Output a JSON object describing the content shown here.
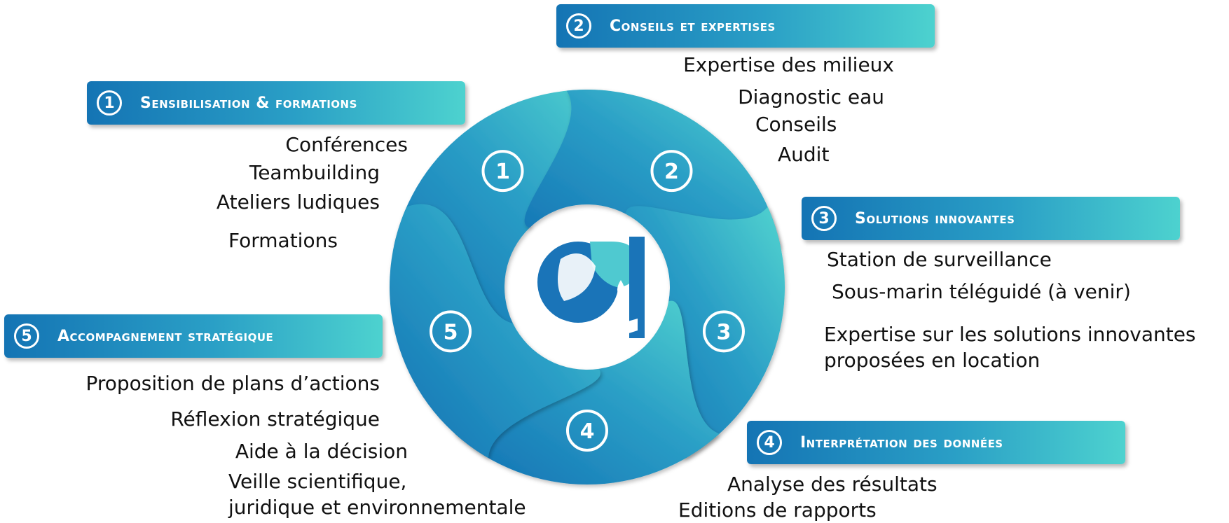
{
  "colors": {
    "gradient_start": "#1474b4",
    "gradient_end": "#4dd2cf",
    "logo_blue": "#1a74b8",
    "logo_teal": "#4fc9d0"
  },
  "sections": [
    {
      "number": "1",
      "title": "Sensibilisation & formations",
      "items": [
        "Conférences",
        "Teambuilding",
        "Ateliers ludiques",
        "Formations"
      ]
    },
    {
      "number": "2",
      "title": "Conseils et expertises",
      "items": [
        "Expertise des milieux",
        "Diagnostic eau",
        "Conseils",
        "Audit"
      ]
    },
    {
      "number": "3",
      "title": "Solutions innovantes",
      "items": [
        "Station de surveillance",
        "Sous-marin téléguidé (à venir)",
        "Expertise sur les solutions innovantes",
        "proposées en location"
      ]
    },
    {
      "number": "4",
      "title": "Interprétation des données",
      "items": [
        "Analyse des résultats",
        "Editions de rapports"
      ]
    },
    {
      "number": "5",
      "title": "Accompagnement stratégique",
      "items": [
        "Proposition de plans d’actions",
        "Réflexion stratégique",
        "Aide à la décision",
        "Veille scientifique,",
        "juridique et environnementale"
      ]
    }
  ]
}
